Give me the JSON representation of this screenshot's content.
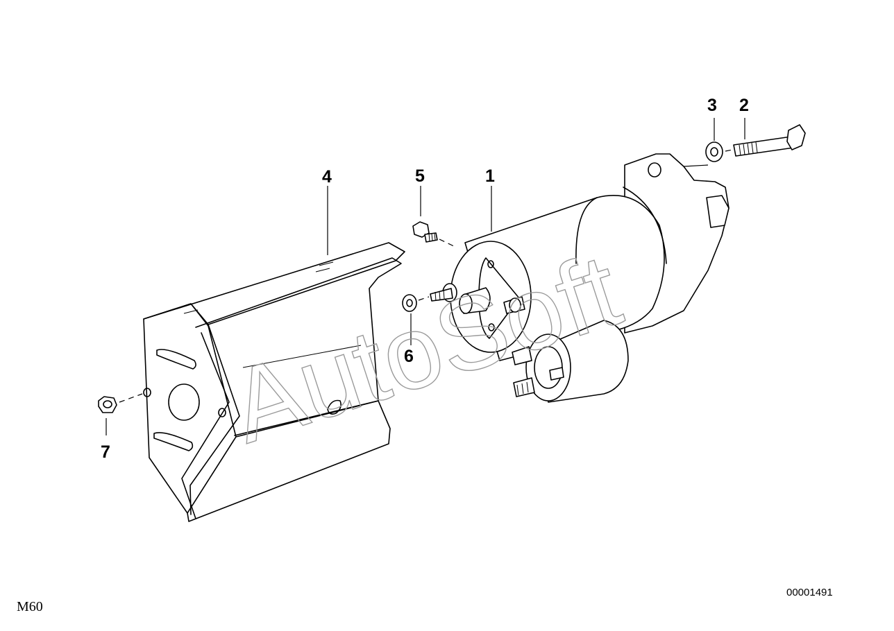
{
  "callouts": {
    "c1": "1",
    "c2": "2",
    "c3": "3",
    "c4": "4",
    "c5": "5",
    "c6": "6",
    "c7": "7"
  },
  "watermark": "AutoSoft",
  "diagram_number": "00001491",
  "model_label": "M60"
}
